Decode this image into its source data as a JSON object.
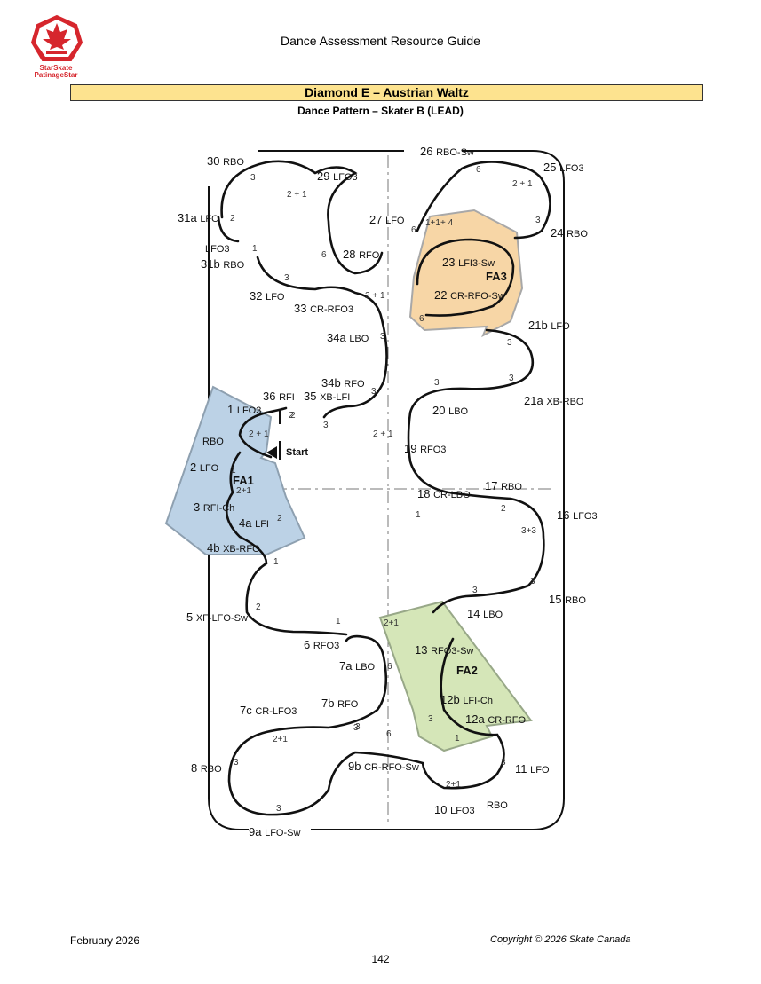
{
  "header": {
    "title": "Dance Assessment Resource Guide",
    "logo_text_line1": "StarSkate",
    "logo_text_line2": "PatinageStar"
  },
  "document": {
    "title": "Diamond E – Austrian Waltz",
    "subtitle": "Dance Pattern – Skater B (LEAD)"
  },
  "colors": {
    "title_bar": "#fde38f",
    "fa1_fill": "#bcd2e6",
    "fa2_fill": "#d5e6b8",
    "fa3_fill": "#f7d6a6",
    "logo_red": "#d6262d"
  },
  "diagram": {
    "steps": [
      {
        "num": "1",
        "name": "LFO3"
      },
      {
        "num": "",
        "name": "RBO"
      },
      {
        "num": "2",
        "name": "LFO"
      },
      {
        "num": "3",
        "name": "RFI-Ch"
      },
      {
        "num": "4a",
        "name": "LFI"
      },
      {
        "num": "4b",
        "name": "XB-RFO"
      },
      {
        "num": "5",
        "name": "XF-LFO-Sw"
      },
      {
        "num": "6",
        "name": "RFO3"
      },
      {
        "num": "7a",
        "name": "LBO"
      },
      {
        "num": "7b",
        "name": "RFO"
      },
      {
        "num": "7c",
        "name": "CR-LFO3"
      },
      {
        "num": "8",
        "name": "RBO"
      },
      {
        "num": "9a",
        "name": "LFO-Sw"
      },
      {
        "num": "9b",
        "name": "CR-RFO-Sw"
      },
      {
        "num": "10",
        "name": "LFO3"
      },
      {
        "num": "",
        "name": "RBO"
      },
      {
        "num": "11",
        "name": "LFO"
      },
      {
        "num": "12a",
        "name": "CR-RFO"
      },
      {
        "num": "12b",
        "name": "LFI-Ch"
      },
      {
        "num": "13",
        "name": "RFO3-Sw"
      },
      {
        "num": "14",
        "name": "LBO"
      },
      {
        "num": "15",
        "name": "RBO"
      },
      {
        "num": "16",
        "name": "LFO3"
      },
      {
        "num": "17",
        "name": "RBO"
      },
      {
        "num": "18",
        "name": "CR-LBO"
      },
      {
        "num": "19",
        "name": "RFO3"
      },
      {
        "num": "20",
        "name": "LBO"
      },
      {
        "num": "21a",
        "name": "XB-RBO"
      },
      {
        "num": "21b",
        "name": "LFO"
      },
      {
        "num": "22",
        "name": "CR-RFO-Sw"
      },
      {
        "num": "23",
        "name": "LFI3-Sw"
      },
      {
        "num": "24",
        "name": "RBO"
      },
      {
        "num": "25",
        "name": "LFO3"
      },
      {
        "num": "26",
        "name": "RBO-Sw"
      },
      {
        "num": "27",
        "name": "LFO"
      },
      {
        "num": "28",
        "name": "RFO"
      },
      {
        "num": "29",
        "name": "LFO3"
      },
      {
        "num": "30",
        "name": "RBO"
      },
      {
        "num": "31a",
        "name": "LFO"
      },
      {
        "num": "",
        "name": "LFO3"
      },
      {
        "num": "31b",
        "name": "RBO"
      },
      {
        "num": "32",
        "name": "LFO"
      },
      {
        "num": "33",
        "name": "CR-RFO3"
      },
      {
        "num": "34a",
        "name": "LBO"
      },
      {
        "num": "34b",
        "name": "RFO"
      },
      {
        "num": "35",
        "name": "XB-LFI"
      },
      {
        "num": "36",
        "name": "RFI"
      }
    ],
    "counts": [
      "3",
      "2 + 1",
      "2",
      "1",
      "3",
      "6",
      "3",
      "2 + 1",
      "3",
      "3",
      "2 + 1",
      "6",
      "1+1+ 4",
      "6",
      "3",
      "3",
      "3",
      "2",
      "2 + 1",
      "1",
      "2+1",
      "2",
      "1",
      "2",
      "1",
      "6",
      "2+1",
      "3",
      "3",
      "6",
      "2+1",
      "3",
      "6",
      "2 + 1",
      "3",
      "1",
      "2",
      "3+3",
      "3",
      "3",
      "2+1",
      "3",
      "3",
      "3",
      "1",
      "2"
    ],
    "start_label": "Start",
    "fa_labels": [
      "FA1",
      "FA2",
      "FA3"
    ]
  },
  "footer": {
    "date": "February 2026",
    "copyright": "Copyright © 2026 Skate Canada",
    "page_number": "142"
  }
}
